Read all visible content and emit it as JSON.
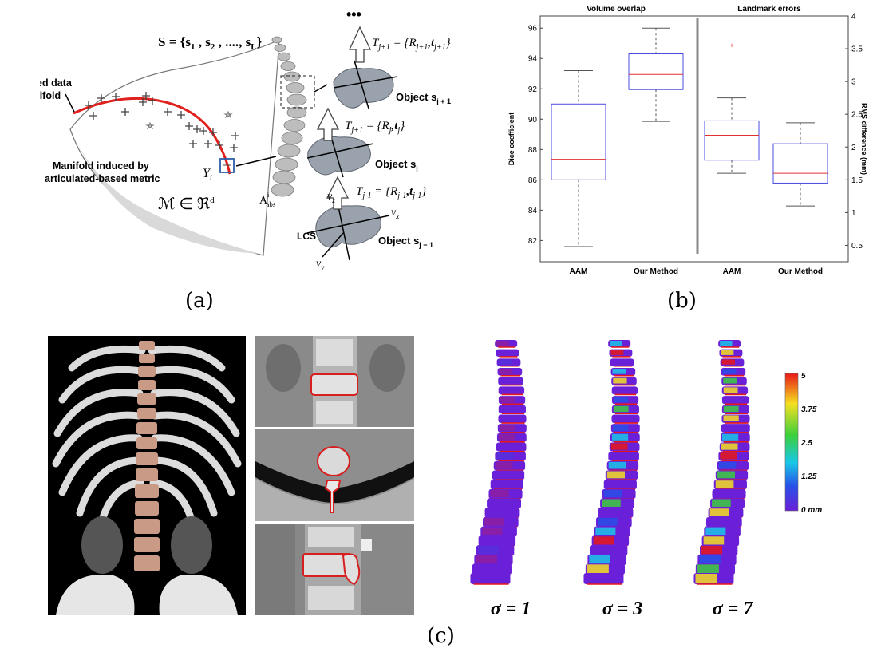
{
  "captions": {
    "a": "(a)",
    "b": "(b)",
    "c": "(c)"
  },
  "panel_a": {
    "set_label": "S = {s",
    "set_sub1": "1",
    "set_mid": " , s",
    "set_sub2": "2",
    "set_dots": " , ...., s",
    "set_subL": "L",
    "set_end": "}",
    "ellipsis": "•••",
    "learned_line1": "Learned data",
    "learned_line2": "manifold",
    "induced_line1": "Manifold induced by",
    "induced_line2": "articulated-based metric",
    "manifold_symbol": "ℳ ∈ ℜ",
    "manifold_sup": "d",
    "y_label": "Y",
    "y_sub": "i",
    "a_label": "A",
    "a_sub": "abs",
    "a_sup": "i",
    "t_top": "T",
    "t_top_sub": "j+1",
    "t_top_eq": " = {R",
    "t_top_r_sub": "j+1",
    "t_top_comma": ",t",
    "t_top_t_sub": "j+1",
    "t_top_end": "}",
    "t_mid": "T",
    "t_mid_sub": "j+1",
    "t_mid_eq": " = {R",
    "t_mid_r_sub": "j",
    "t_mid_comma": ",t",
    "t_mid_t_sub": "j",
    "t_mid_end": "}",
    "t_bot": "T",
    "t_bot_sub": "j-1",
    "t_bot_eq": " = {R",
    "t_bot_r_sub": "j-1",
    "t_bot_comma": ",t",
    "t_bot_t_sub": "j-1",
    "t_bot_end": "}",
    "obj_top": "Object s",
    "obj_top_sub": "j + 1",
    "obj_mid": "Object s",
    "obj_mid_sub": "j",
    "obj_bot": "Object s",
    "obj_bot_sub": "j − 1",
    "lcs": "LCS",
    "vx": "v",
    "vx_sub": "x",
    "vy": "v",
    "vy_sub": "y",
    "vz": "v",
    "vz_sub": "z",
    "colors": {
      "curve": "#e0201c",
      "box": "#2d5fa8"
    }
  },
  "chart_data": {
    "type": "box",
    "title_left": "Volume overlap",
    "title_right": "Landmark errors",
    "categories": [
      "AAM",
      "Our Method",
      "AAM",
      "Our Method"
    ],
    "ylabel_left": "Dice coefficient",
    "ylabel_right": "RMS difference (mm)",
    "ylim_left": [
      80.6,
      96.8
    ],
    "ylim_right": [
      0.25,
      4.0
    ],
    "yticks_left": [
      "82",
      "84",
      "86",
      "88",
      "90",
      "92",
      "94",
      "96"
    ],
    "yticks_right": [
      "0.5",
      "1",
      "1.5",
      "2",
      "2.5",
      "3",
      "3.5",
      "4"
    ],
    "boxes": [
      {
        "axis": "left",
        "whislo": 81.6,
        "q1": 86.0,
        "med": 87.35,
        "q3": 91.0,
        "whishi": 93.2,
        "fliers": []
      },
      {
        "axis": "left",
        "whislo": 89.85,
        "q1": 91.95,
        "med": 92.95,
        "q3": 94.3,
        "whishi": 96.0,
        "fliers": []
      },
      {
        "axis": "right",
        "whislo": 1.6,
        "q1": 1.8,
        "med": 2.18,
        "q3": 2.4,
        "whishi": 2.75,
        "fliers": [
          3.55
        ]
      },
      {
        "axis": "right",
        "whislo": 1.1,
        "q1": 1.45,
        "med": 1.6,
        "q3": 2.05,
        "whishi": 2.37,
        "fliers": []
      }
    ],
    "colors": {
      "box": "#4a4ae0",
      "median": "#e03030",
      "whisker": "#555555",
      "divider": "#888888"
    }
  },
  "panel_c": {
    "sigma_labels": [
      "σ = 1",
      "σ = 3",
      "σ = 7"
    ],
    "colorbar_ticks": [
      "5",
      "3.75",
      "2.5",
      "1.25",
      "0 mm"
    ],
    "colorbar_colors": [
      "#e81818",
      "#f5e020",
      "#3ccf3c",
      "#18c8e8",
      "#2850e8",
      "#6a20d8"
    ]
  }
}
